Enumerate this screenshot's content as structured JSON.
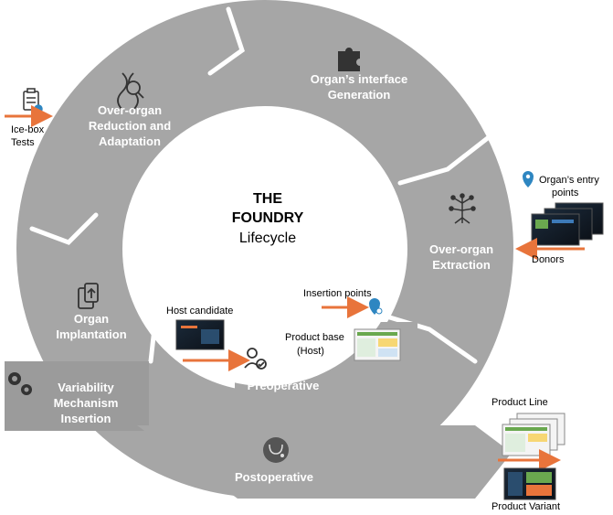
{
  "title": {
    "line1": "THE",
    "line2": "FOUNDRY",
    "line3": "Lifecycle"
  },
  "segments": {
    "interface_generation": {
      "line1": "Organ’s interface",
      "line2": "Generation",
      "icon": "puzzle-icon"
    },
    "extraction": {
      "line1": "Over-organ",
      "line2": "Extraction",
      "icon": "network-tree-icon"
    },
    "preoperative": {
      "label": "Preoperative",
      "icon": "user-check-icon"
    },
    "postoperative": {
      "label": "Postoperative",
      "icon": "stethoscope-icon"
    },
    "variability": {
      "line1": "Variability",
      "line2": "Mechanism",
      "line3": "Insertion",
      "icon": "gears-icon"
    },
    "implantation": {
      "line1": "Organ",
      "line2": "Implantation",
      "icon": "tablet-upload-icon"
    },
    "reduction": {
      "line1": "Over-organ",
      "line2": "Reduction and",
      "line3": "Adaptation",
      "icon": "dna-magnifier-icon"
    }
  },
  "external": {
    "icebox": {
      "line1": "Ice-box",
      "line2": "Tests",
      "icon": "clipboard-check-icon"
    },
    "entry_points": {
      "line1": "Organ’s entry",
      "line2": "points",
      "icon": "location-pin-icon"
    },
    "donors": "Donors",
    "insertion_points": "Insertion points",
    "host_candidate": "Host candidate",
    "product_base": {
      "line1": "Product base",
      "line2": "(Host)"
    },
    "product_line": "Product Line",
    "product_variant": "Product Variant"
  },
  "colors": {
    "ring": "#a6a6a6",
    "ring_dark": "#8f8f8f",
    "arrow": "#e8743b",
    "pin": "#2e86c1"
  }
}
